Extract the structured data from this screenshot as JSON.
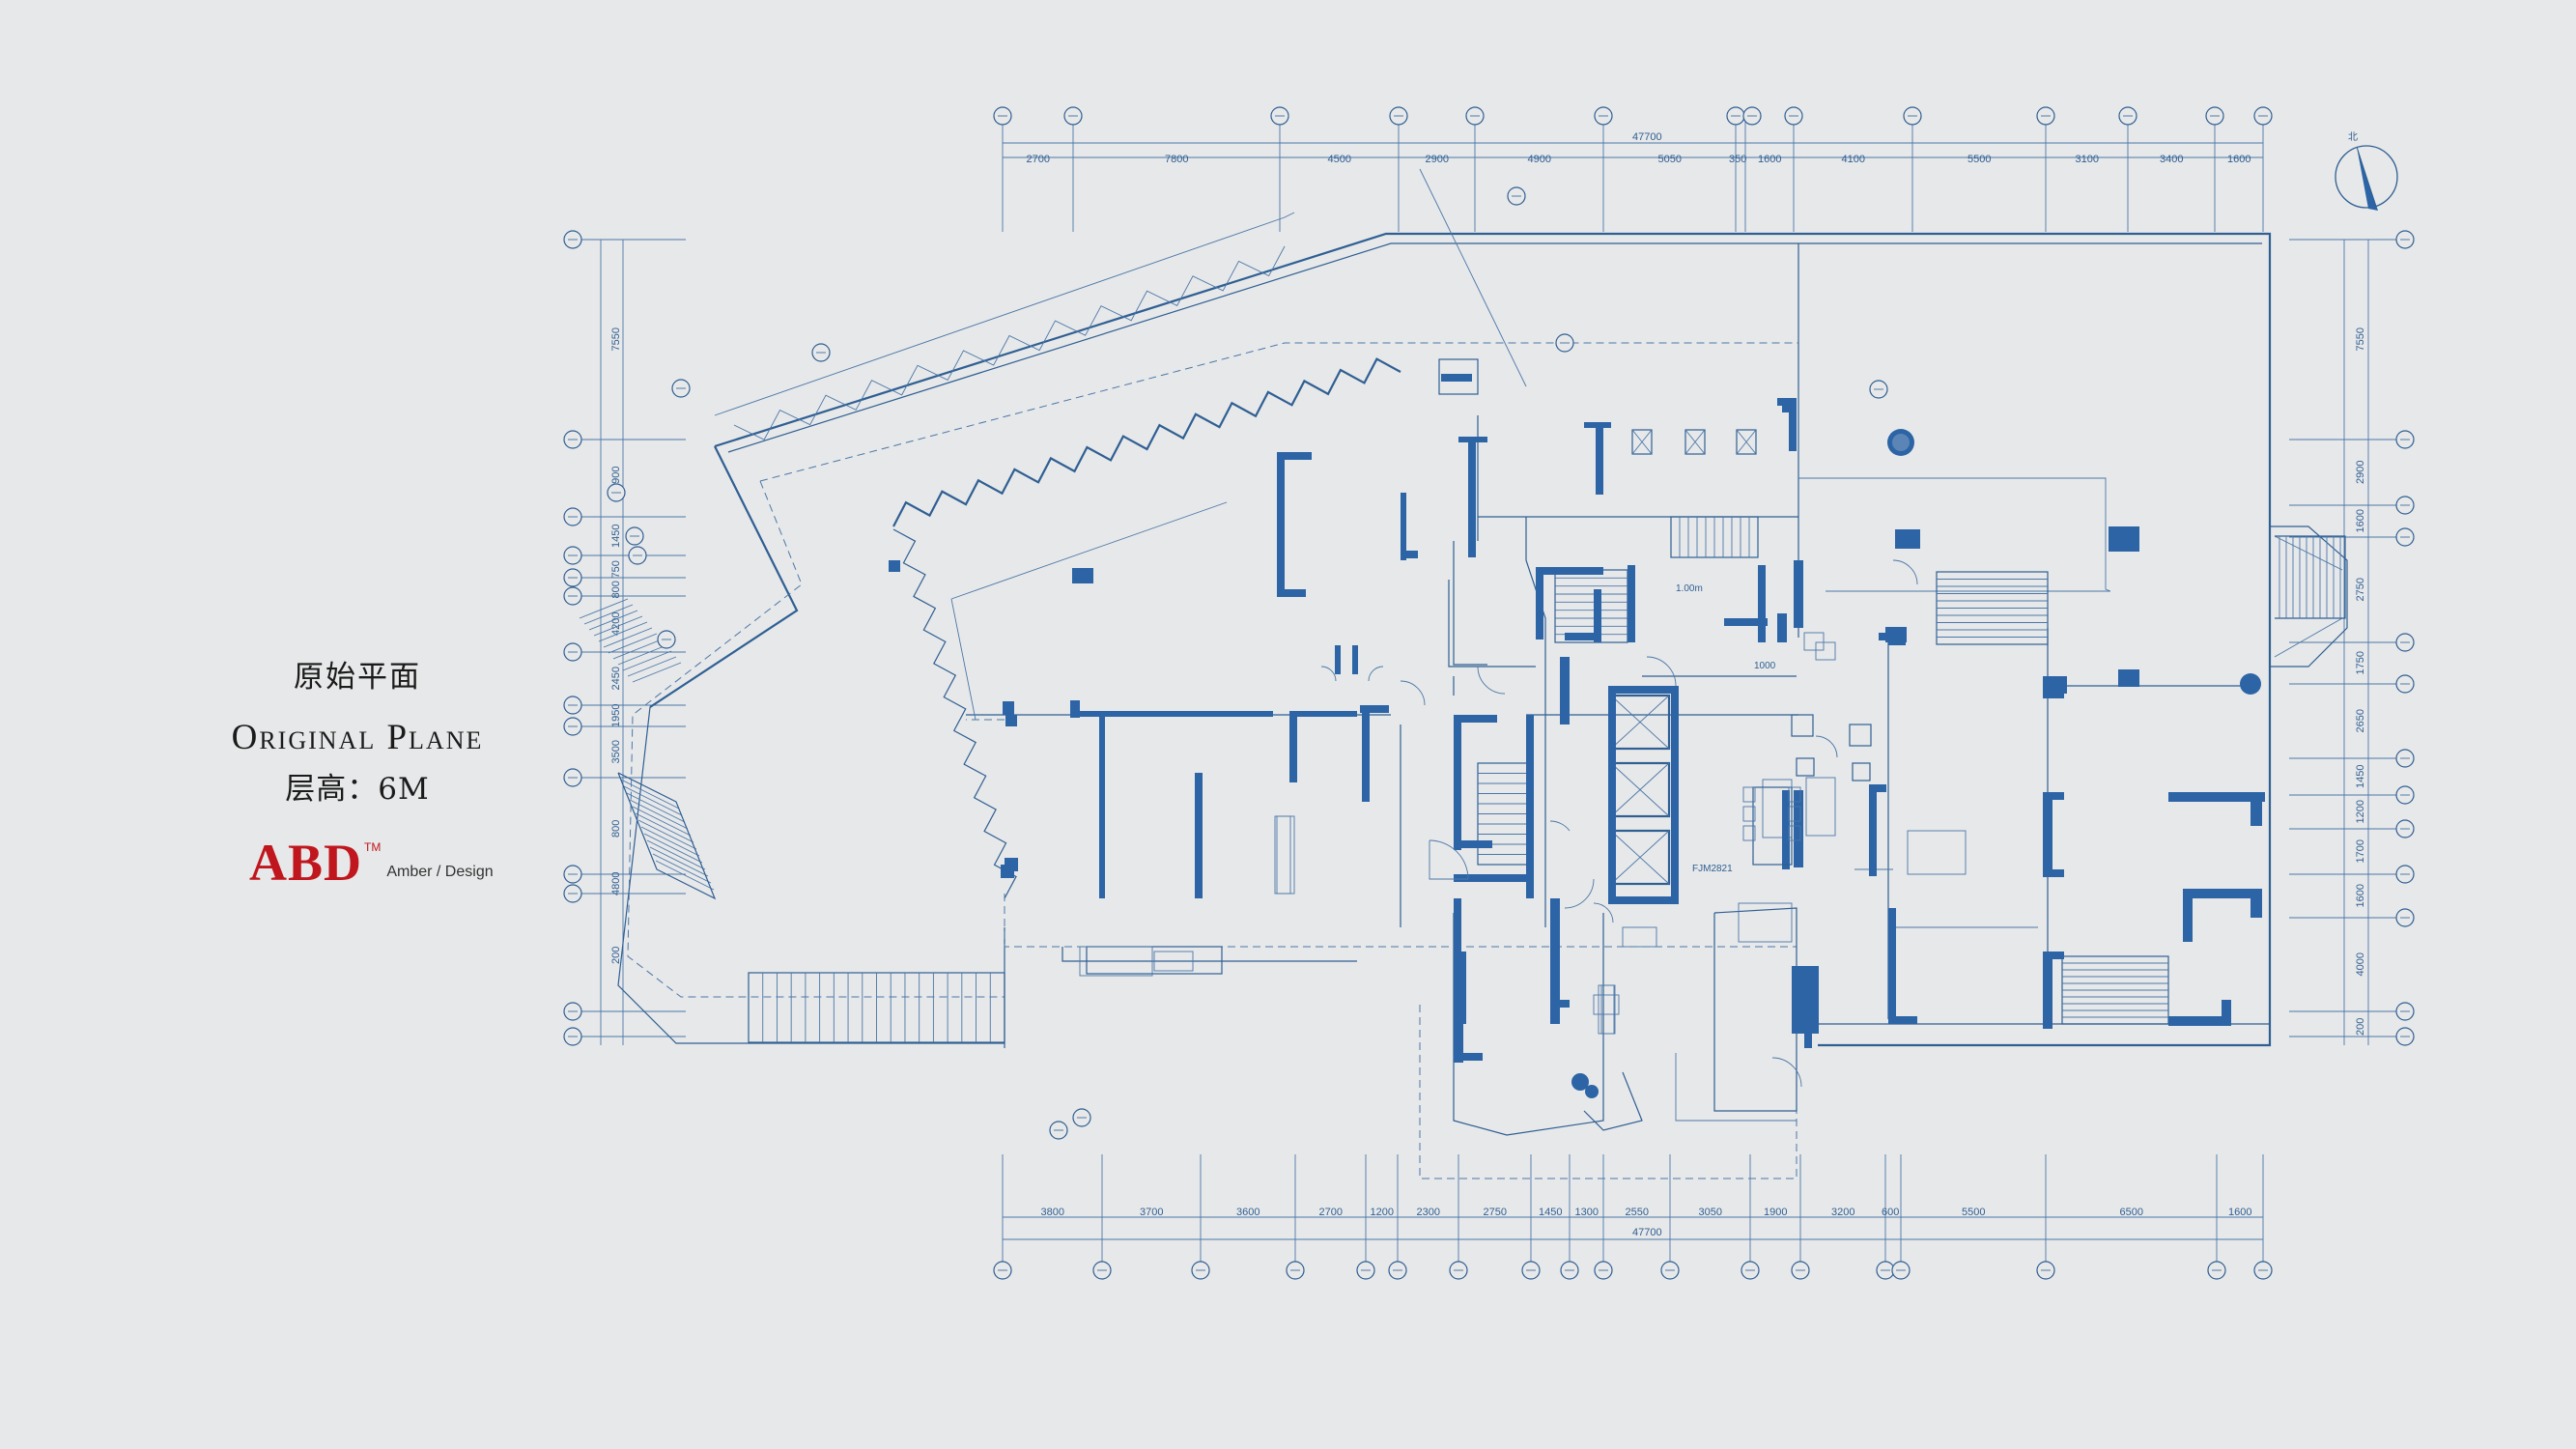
{
  "title": {
    "cn": "原始平面",
    "en": "Original Plane",
    "height": "层高：6M"
  },
  "logo": {
    "mark": "ABD",
    "tm": "TM",
    "sub": "Amber / Design"
  },
  "plan": {
    "top_dims": [
      "2700",
      "7800",
      "4500",
      "2900",
      "4900",
      "5050",
      "350",
      "1600",
      "4100",
      "5500",
      "3100",
      "3400",
      "1600"
    ],
    "top_total": "47700",
    "bottom_dims": [
      "3800",
      "3700",
      "3600",
      "2700",
      "1200",
      "2300",
      "2750",
      "1450",
      "1300",
      "2550",
      "3050",
      "1900",
      "3200",
      "600",
      "5500",
      "6500",
      "1600"
    ],
    "bottom_total": "47700",
    "left_dims": [
      "7550",
      "2900",
      "1450",
      "750",
      "800",
      "4200",
      "2450",
      "1950",
      "3500",
      "800",
      "4800",
      "200"
    ],
    "right_dims": [
      "7550",
      "2900",
      "1600",
      "2750",
      "1750",
      "2650",
      "1450",
      "1200",
      "1700",
      "1600",
      "4000",
      "200"
    ],
    "labels": {
      "door_code": "FJM2821",
      "room_code": "1.00m",
      "dim_note": "1000"
    }
  },
  "colors": {
    "background": "#e7e8e9",
    "line": "#2f5f93",
    "wall": "#2c64a6",
    "logo_red": "#c0161d"
  }
}
